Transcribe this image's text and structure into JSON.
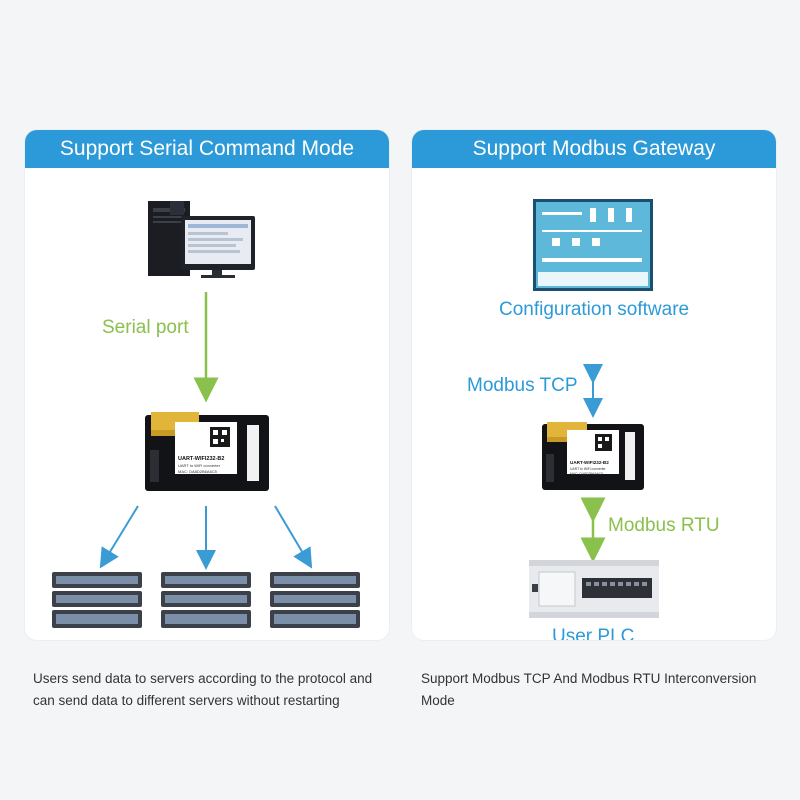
{
  "left_panel": {
    "title": "Support Serial Command Mode",
    "arrow_label": "Serial port",
    "module": {
      "model": "UART-WIFI232-B2",
      "line2": "UART to WiFi converter",
      "line3": "MAC: DA8D2B6A6C5"
    },
    "caption_line1": "Users send data to servers according to the protocol and",
    "caption_line2": "can send data to different servers without restarting"
  },
  "right_panel": {
    "title": "Support Modbus Gateway",
    "software_label": "Configuration software",
    "tcp_label": "Modbus TCP",
    "rtu_label": "Modbus RTU",
    "plc_label": "User PLC",
    "module": {
      "model": "UART-WIFI232-B2",
      "line2": "UART to WiFi converter",
      "line3": "MAC: DA8D2B6A6C5"
    },
    "caption_line1": "Support Modbus TCP And Modbus RTU Interconversion",
    "caption_line2": "Mode"
  },
  "colors": {
    "header_blue": "#2c9ad8",
    "label_green": "#8ac04c",
    "arrow_blue": "#3a9bd5"
  }
}
